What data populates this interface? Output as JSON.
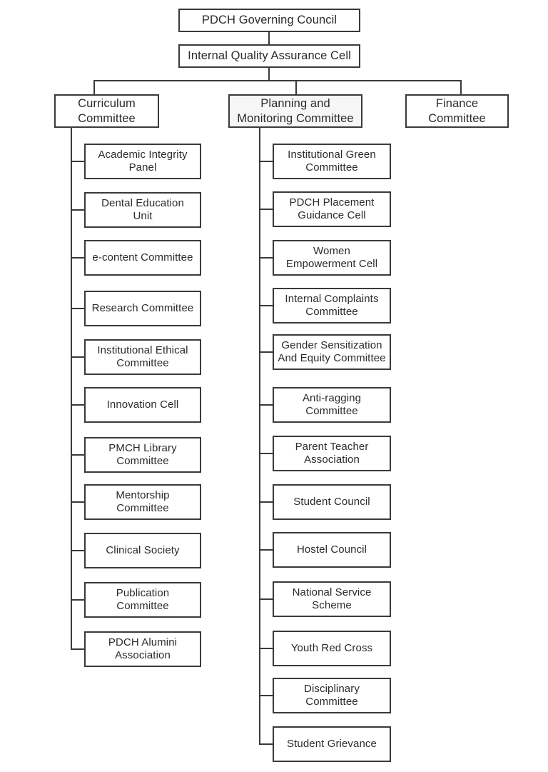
{
  "diagram": {
    "title": "PDCH organization chart",
    "root": {
      "label": "PDCH Governing Council"
    },
    "secondary": {
      "label": "Internal Quality Assurance Cell"
    },
    "branches": [
      {
        "label": "Curriculum\nCommittee",
        "children": [
          "Academic Integrity\nPanel",
          "Dental Education\nUnit",
          "e-content Committee",
          "Research Committee",
          "Institutional Ethical\nCommittee",
          "Innovation Cell",
          "PMCH Library\nCommittee",
          "Mentorship\nCommittee",
          "Clinical Society",
          "Publication\nCommittee",
          "PDCH Alumini\nAssociation"
        ]
      },
      {
        "label": "Planning and\nMonitoring Committee",
        "children": [
          "Institutional Green\nCommittee",
          "PDCH Placement\nGuidance Cell",
          "Women\nEmpowerment Cell",
          "Internal Complaints\nCommittee",
          "Gender Sensitization\nAnd Equity Committee",
          "Anti-ragging\nCommittee",
          "Parent Teacher\nAssociation",
          "Student Council",
          "Hostel Council",
          "National Service\nScheme",
          "Youth Red Cross",
          "Disciplinary\nCommittee",
          "Student Grievance"
        ]
      },
      {
        "label": "Finance\nCommittee",
        "children": []
      }
    ]
  },
  "colors": {
    "line": "#3a3a3a",
    "text": "#2b2b2b",
    "background": "#ffffff",
    "planning_fill": "#f6f6f6"
  }
}
